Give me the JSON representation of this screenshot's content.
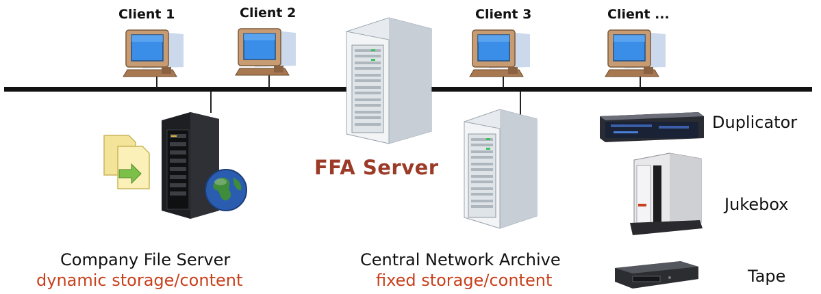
{
  "clients": [
    {
      "label": "Client 1"
    },
    {
      "label": "Client 2"
    },
    {
      "label": "Client 3"
    },
    {
      "label": "Client ..."
    }
  ],
  "ffa_server": {
    "label": "FFA Server"
  },
  "company_file_server": {
    "title": "Company File Server",
    "subtitle": "dynamic storage/content"
  },
  "central_archive": {
    "title": "Central Network Archive",
    "subtitle": "fixed storage/content"
  },
  "devices": [
    {
      "label": "Duplicator"
    },
    {
      "label": "Jukebox"
    },
    {
      "label": "Tape"
    }
  ],
  "colors": {
    "network_line": "#111111",
    "accent_text": "#c8401c",
    "ffa_text": "#9b3a27",
    "monitor_screen": "#3a8ee8",
    "monitor_body": "#c8a07a",
    "server_gray": "#d6dde4"
  }
}
